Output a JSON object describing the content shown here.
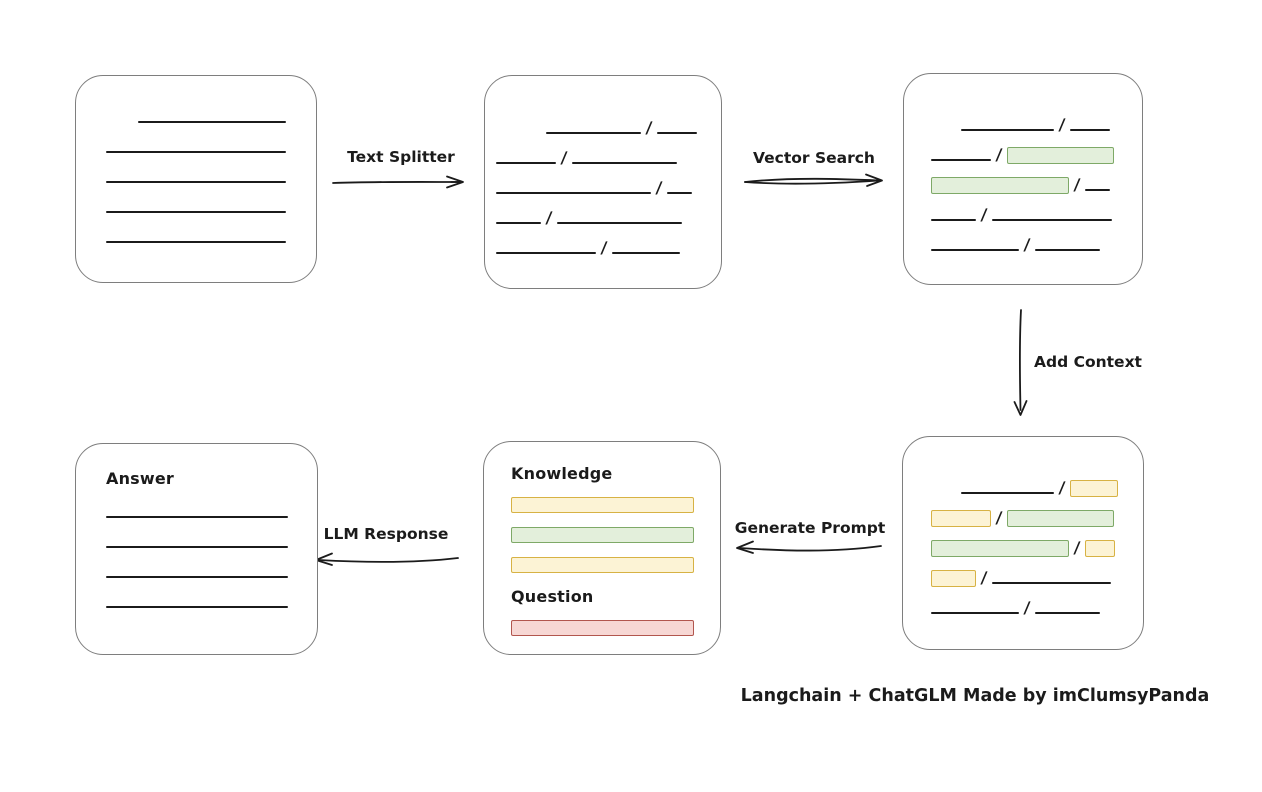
{
  "caption": "Langchain + ChatGLM Made by imClumsyPanda",
  "colors": {
    "stroke": "#1b1b1b",
    "box_border": "#7e7e7e",
    "green_fill": "#e3efdb",
    "green_border": "#7ea967",
    "yellow_fill": "#fcf3d5",
    "yellow_border": "#d7b244",
    "red_fill": "#f7d7d4",
    "red_border": "#b2564e"
  },
  "labels": {
    "text_splitter": "Text Splitter",
    "vector_search": "Vector Search",
    "add_context": "Add Context",
    "generate_prompt": "Generate Prompt",
    "llm_response": "LLM Response",
    "knowledge": "Knowledge",
    "question": "Question",
    "answer": "Answer"
  },
  "boxes": {
    "document": {
      "lines": [
        {
          "indent": 32,
          "w": 148
        },
        {
          "w": 180
        },
        {
          "w": 180
        },
        {
          "w": 180
        },
        {
          "w": 180
        }
      ]
    },
    "chunks": {
      "rows": [
        [
          {
            "t": "line",
            "w": 95,
            "indent": 50
          },
          {
            "t": "line",
            "w": 40
          }
        ],
        [
          {
            "t": "line",
            "w": 60
          },
          {
            "t": "line",
            "w": 105
          }
        ],
        [
          {
            "t": "line",
            "w": 155
          },
          {
            "t": "line",
            "w": 25
          }
        ],
        [
          {
            "t": "line",
            "w": 45
          },
          {
            "t": "line",
            "w": 125
          }
        ],
        [
          {
            "t": "line",
            "w": 100
          },
          {
            "t": "line",
            "w": 68
          }
        ]
      ]
    },
    "search_results": {
      "rows": [
        [
          {
            "t": "line",
            "w": 93,
            "indent": 30
          },
          {
            "t": "line",
            "w": 40
          }
        ],
        [
          {
            "t": "line",
            "w": 60
          },
          {
            "t": "green",
            "w": 107
          }
        ],
        [
          {
            "t": "green",
            "w": 138
          },
          {
            "t": "line",
            "w": 25
          }
        ],
        [
          {
            "t": "line",
            "w": 45
          },
          {
            "t": "line",
            "w": 120
          }
        ],
        [
          {
            "t": "line",
            "w": 88
          },
          {
            "t": "line",
            "w": 65
          }
        ]
      ]
    },
    "context": {
      "rows": [
        [
          {
            "t": "line",
            "w": 93,
            "indent": 30
          },
          {
            "t": "yellow",
            "w": 48
          }
        ],
        [
          {
            "t": "yellow",
            "w": 60
          },
          {
            "t": "green",
            "w": 107
          }
        ],
        [
          {
            "t": "green",
            "w": 138
          },
          {
            "t": "yellow",
            "w": 30
          }
        ],
        [
          {
            "t": "yellow",
            "w": 45
          },
          {
            "t": "line",
            "w": 119
          }
        ],
        [
          {
            "t": "line",
            "w": 88
          },
          {
            "t": "line",
            "w": 65
          }
        ]
      ]
    },
    "prompt": {
      "knowledge_bars": [
        "yellow",
        "green",
        "yellow"
      ],
      "question_bars": [
        "red"
      ]
    },
    "answer": {
      "lines": [
        {
          "w": 182
        },
        {
          "w": 182
        },
        {
          "w": 182
        },
        {
          "w": 182
        }
      ]
    }
  }
}
